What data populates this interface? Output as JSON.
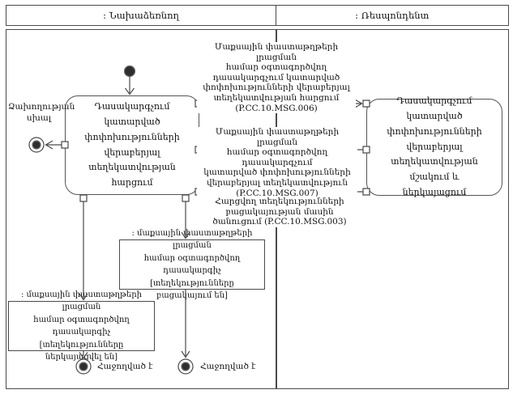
{
  "lanes": {
    "initiator": ": Նախաձեռնող",
    "respondent": ": Ռեսպոնդենտ"
  },
  "activities": {
    "request": {
      "lines": [
        "Դասակարգչում կատարված",
        "փոփոխությունների վերաբերյալ",
        "տեղեկատվության հարցում"
      ]
    },
    "process": {
      "lines": [
        "Դասակարգչում կատարված",
        "փոփոխությունների վերաբերյալ",
        "տեղեկատվության մշակում և",
        "ներկայացում"
      ]
    }
  },
  "messages": {
    "msg006": {
      "lines": [
        "Մաքսային փաստաթղթերի լրացման",
        "համար օգտագործվող",
        "դասակարգչում կատարված",
        "փոփոխությունների վերաբերյալ",
        "տեղեկատվության հարցում",
        "(P.CC.10.MSG.006)"
      ]
    },
    "msg007": {
      "lines": [
        "Մաքսային փաստաթղթերի լրացման",
        "համար օգտագործվող դասակարգչում",
        "կատարված փոփոխությունների",
        "վերաբերյալ տեղեկատվություն",
        "(P.CC.10.MSG.007)"
      ]
    },
    "msg003": {
      "lines": [
        "Հարցվող տեղեկությունների",
        "բացակայության մասին",
        "ծանուցում (P.CC.10.MSG.003)"
      ]
    }
  },
  "objects": {
    "info_absent": {
      "lines": [
        ": մաքսային փաստաթղթերի լրացման",
        "համար օգտագործվող դասակարգիչ",
        "[տեղեկությունները բացակայում են]"
      ]
    },
    "info_presented": {
      "lines": [
        ": մաքսային փաստաթղթերի լրացման",
        "համար օգտագործվող դասակարգիչ",
        "[տեղեկությունները ներկայացվել են]"
      ]
    }
  },
  "labels": {
    "failure": {
      "lines": [
        "Ձախողության",
        "սխալ"
      ]
    },
    "success_1": "Հաջողված է",
    "success_2": "Հաջողված է"
  },
  "colors": {
    "line": "#4a4a4a",
    "text": "#111111",
    "node_fill": "#2e2e2e"
  }
}
